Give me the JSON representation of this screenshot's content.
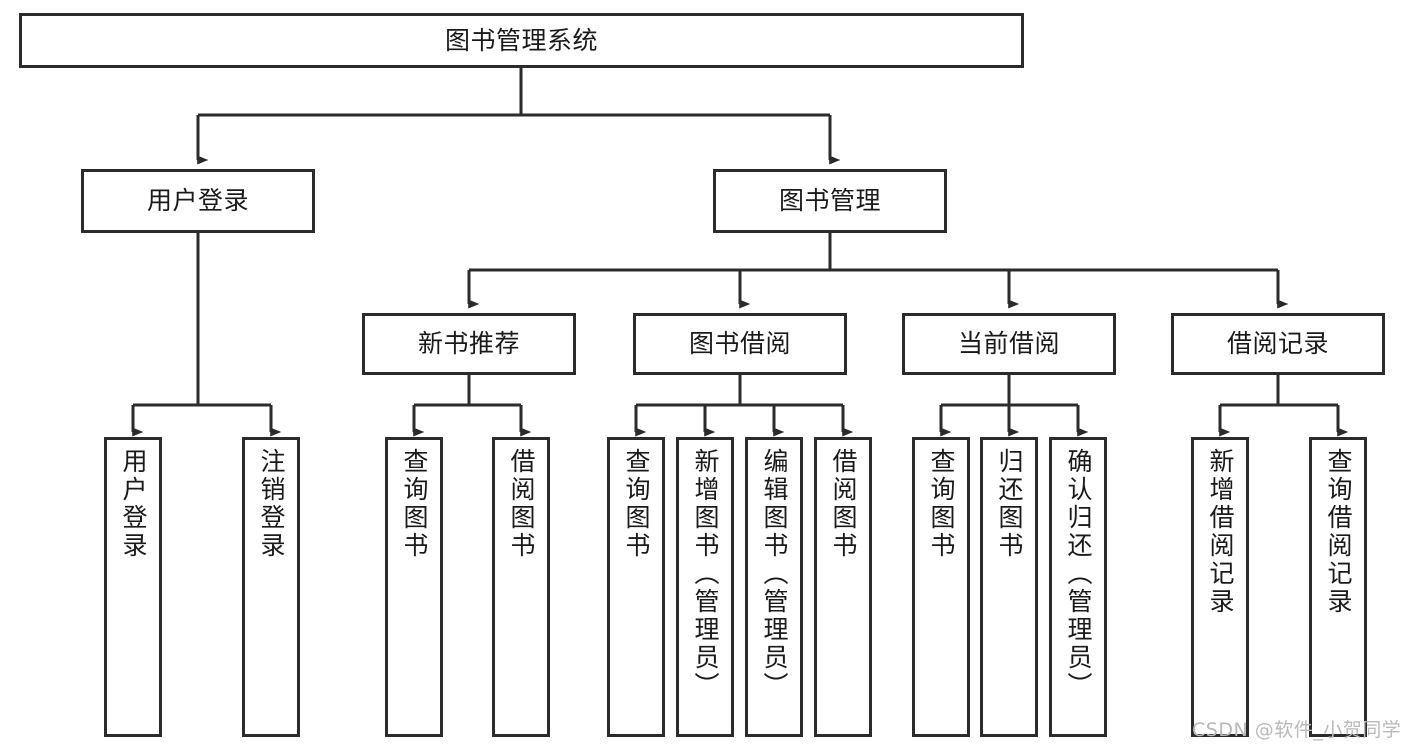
{
  "diagram": {
    "title_node": {
      "label": "图书管理系统"
    },
    "level2": [
      {
        "id": "user-login",
        "label": "用户登录"
      },
      {
        "id": "book-management",
        "label": "图书管理"
      }
    ],
    "level3": [
      {
        "id": "new-book-recommend",
        "label": "新书推荐"
      },
      {
        "id": "book-borrow",
        "label": "图书借阅"
      },
      {
        "id": "current-borrow",
        "label": "当前借阅"
      },
      {
        "id": "borrow-record",
        "label": "借阅记录"
      }
    ],
    "leaves": {
      "user_login": [
        {
          "id": "leaf-user-login",
          "label": "用户登录"
        },
        {
          "id": "leaf-logout-login",
          "label": "注销登录"
        }
      ],
      "new_book_recommend": [
        {
          "id": "leaf-query-book-1",
          "label": "查询图书"
        },
        {
          "id": "leaf-borrow-book-1",
          "label": "借阅图书"
        }
      ],
      "book_borrow": [
        {
          "id": "leaf-query-book-2",
          "label": "查询图书"
        },
        {
          "id": "leaf-add-book-admin",
          "label": "新增图书（管理员）"
        },
        {
          "id": "leaf-edit-book-admin",
          "label": "编辑图书（管理员）"
        },
        {
          "id": "leaf-borrow-book-2",
          "label": "借阅图书"
        }
      ],
      "current_borrow": [
        {
          "id": "leaf-query-book-3",
          "label": "查询图书"
        },
        {
          "id": "leaf-return-book",
          "label": "归还图书"
        },
        {
          "id": "leaf-confirm-return-admin",
          "label": "确认归还（管理员）"
        }
      ],
      "borrow_record": [
        {
          "id": "leaf-add-borrow-record",
          "label": "新增借阅记录"
        },
        {
          "id": "leaf-query-borrow-record",
          "label": "查询借阅记录"
        }
      ]
    }
  },
  "watermark": {
    "text": "CSDN @软件_小贺同学"
  },
  "colors": {
    "border": "#2b2b2b",
    "background": "#ffffff",
    "text": "#1a1a1a",
    "connector": "#2b2b2b",
    "watermark": "#b9b9b9"
  }
}
